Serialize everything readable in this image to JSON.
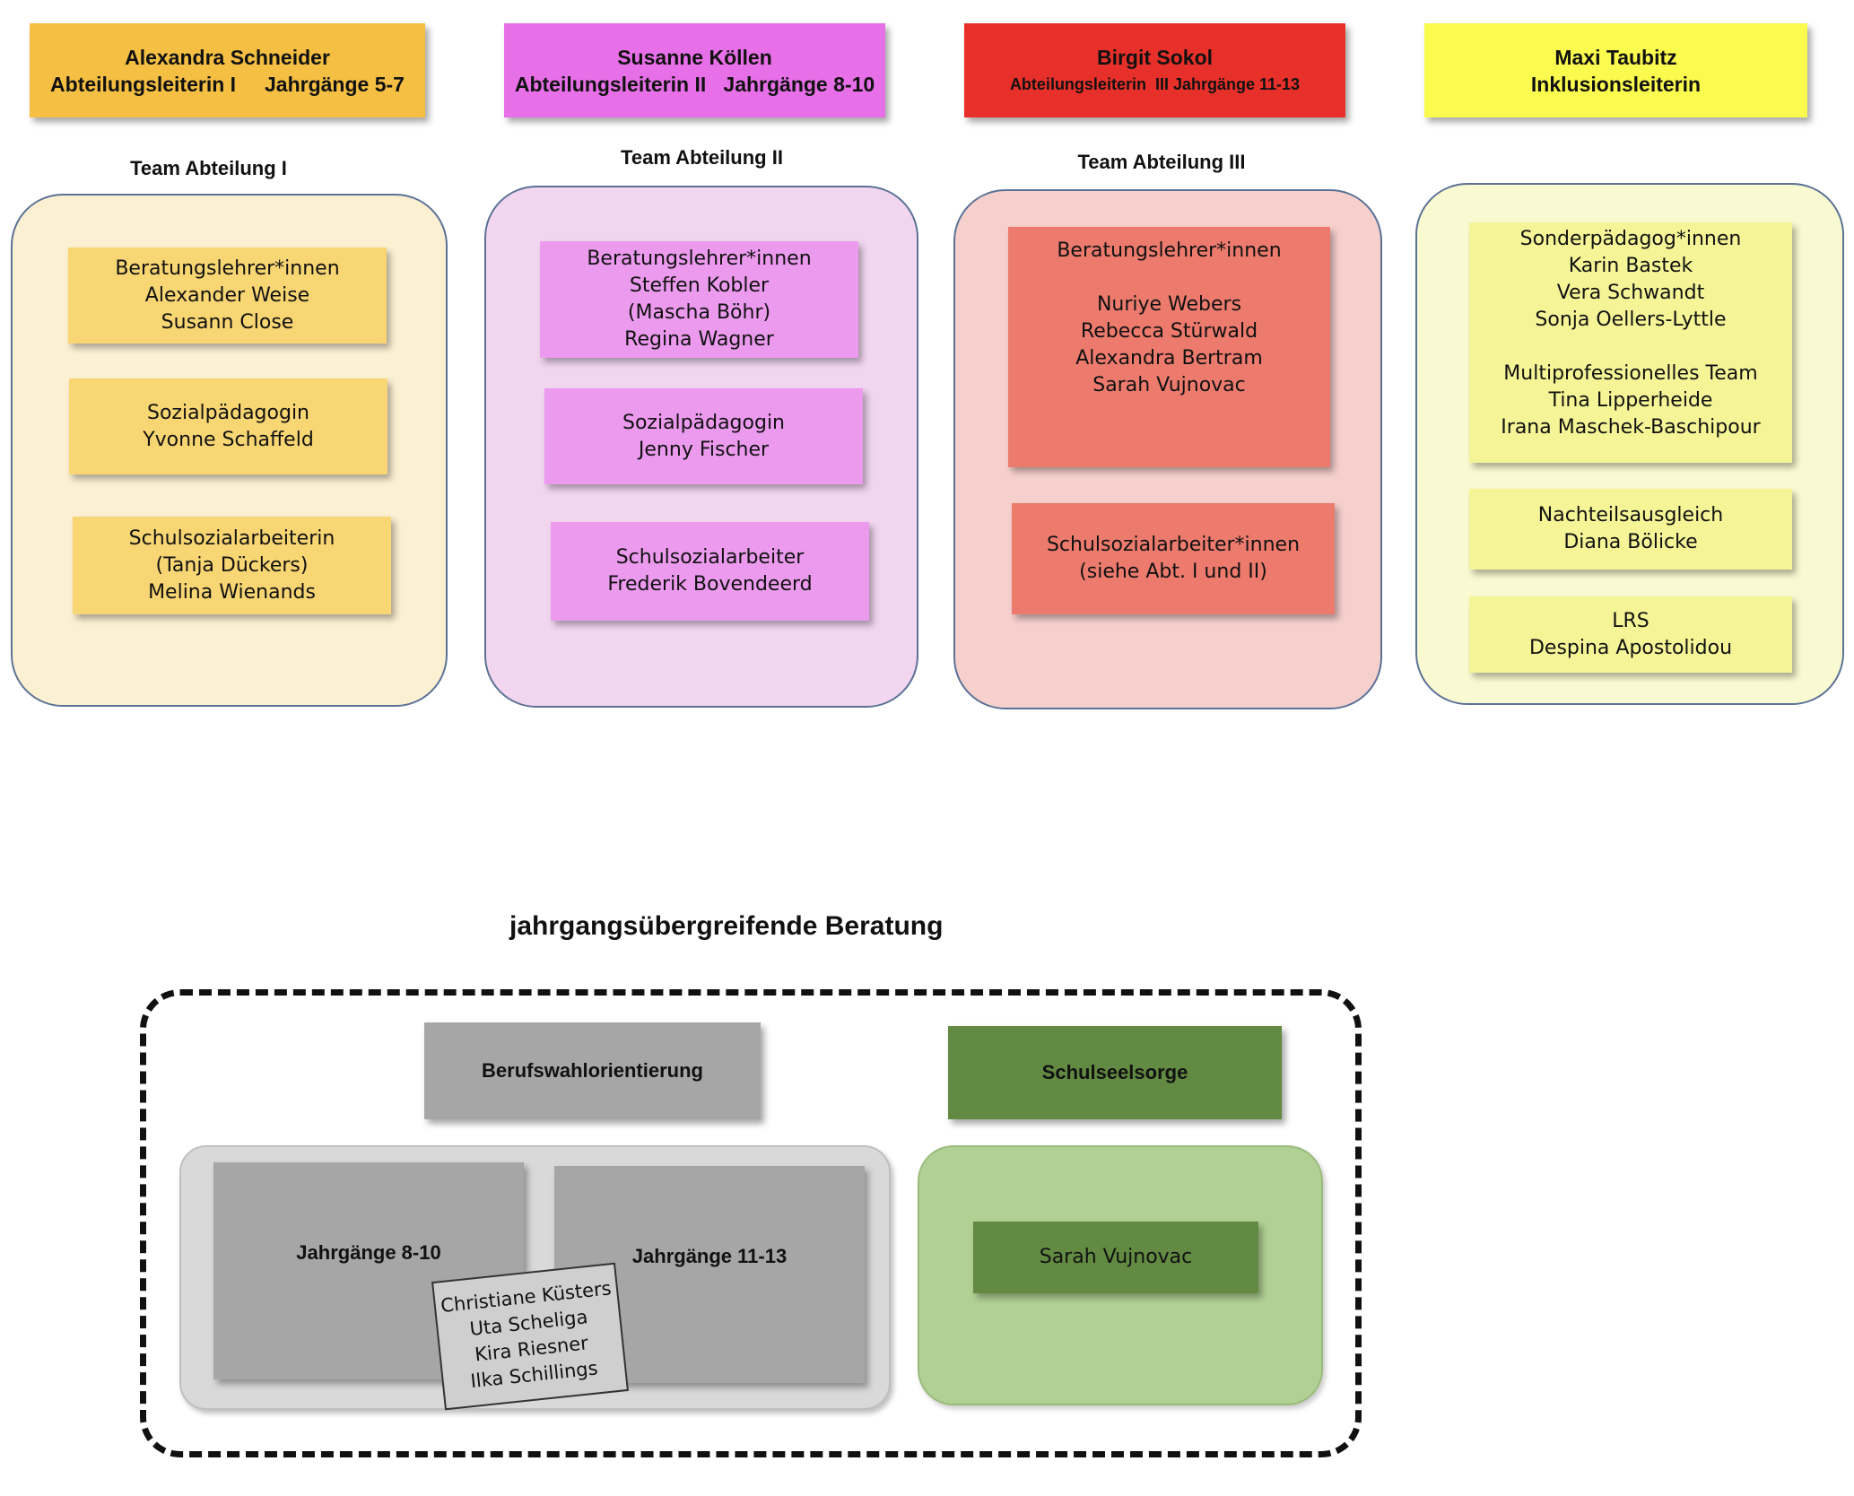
{
  "heads": [
    {
      "name": "Alexandra Schneider",
      "role": "Abteilungsleiterin I     Jahrgänge 5-7",
      "color": "#f4bf43"
    },
    {
      "name": "Susanne Köllen",
      "role": "Abteilungsleiterin II   Jahrgänge 8-10",
      "color": "#e76fe7"
    },
    {
      "name": "Birgit Sokol",
      "role": "Abteilungsleiterin  III Jahrgänge 11-13",
      "color": "#e8302a"
    },
    {
      "name": "Maxi Taubitz",
      "role": "Inklusionsleiterin",
      "color": "#fafa4f"
    }
  ],
  "teams": [
    {
      "label": "Team Abteilung I",
      "boxes": [
        [
          "Beratungslehrer*innen",
          "Alexander Weise",
          "Susann Close"
        ],
        [
          "Sozialpädagogin",
          "Yvonne Schaffeld"
        ],
        [
          "Schulsozialarbeiterin",
          "(Tanja Dückers)",
          "Melina Wienands"
        ]
      ]
    },
    {
      "label": "Team Abteilung II",
      "boxes": [
        [
          "Beratungslehrer*innen",
          "Steffen Kobler",
          "(Mascha Böhr)",
          "Regina Wagner"
        ],
        [
          "Sozialpädagogin",
          "Jenny Fischer"
        ],
        [
          "Schulsozialarbeiter",
          "Frederik Bovendeerd"
        ]
      ]
    },
    {
      "label": "Team Abteilung III",
      "boxes": [
        [
          "Beratungslehrer*innen",
          "",
          "Nuriye Webers",
          "Rebecca Stürwald",
          "Alexandra Bertram",
          "Sarah Vujnovac"
        ],
        [
          "Schulsozialarbeiter*innen",
          "(siehe Abt. I und II)"
        ]
      ]
    },
    {
      "label": "",
      "boxes": [
        [
          "Sonderpädagog*innen",
          "Karin Bastek",
          "Vera Schwandt",
          "Sonja Oellers-Lyttle",
          "",
          "Multiprofessionelles Team",
          "Tina Lipperheide",
          "Irana Maschek-Baschipour"
        ],
        [
          "Nachteilsausgleich",
          "Diana Bölicke"
        ],
        [
          "LRS",
          "Despina Apostolidou"
        ]
      ]
    }
  ],
  "cross": {
    "title": "jahrgangsübergreifende Beratung",
    "career": {
      "label": "Berufswahlorientierung",
      "group1": "Jahrgänge 8-10",
      "group2": "Jahrgänge 11-13",
      "members": [
        "Christiane Küsters",
        "Uta Scheliga",
        "Kira Riesner",
        "Ilka Schillings"
      ]
    },
    "pastoral": {
      "label": "Schulseelsorge",
      "member": "Sarah Vujnovac"
    }
  }
}
